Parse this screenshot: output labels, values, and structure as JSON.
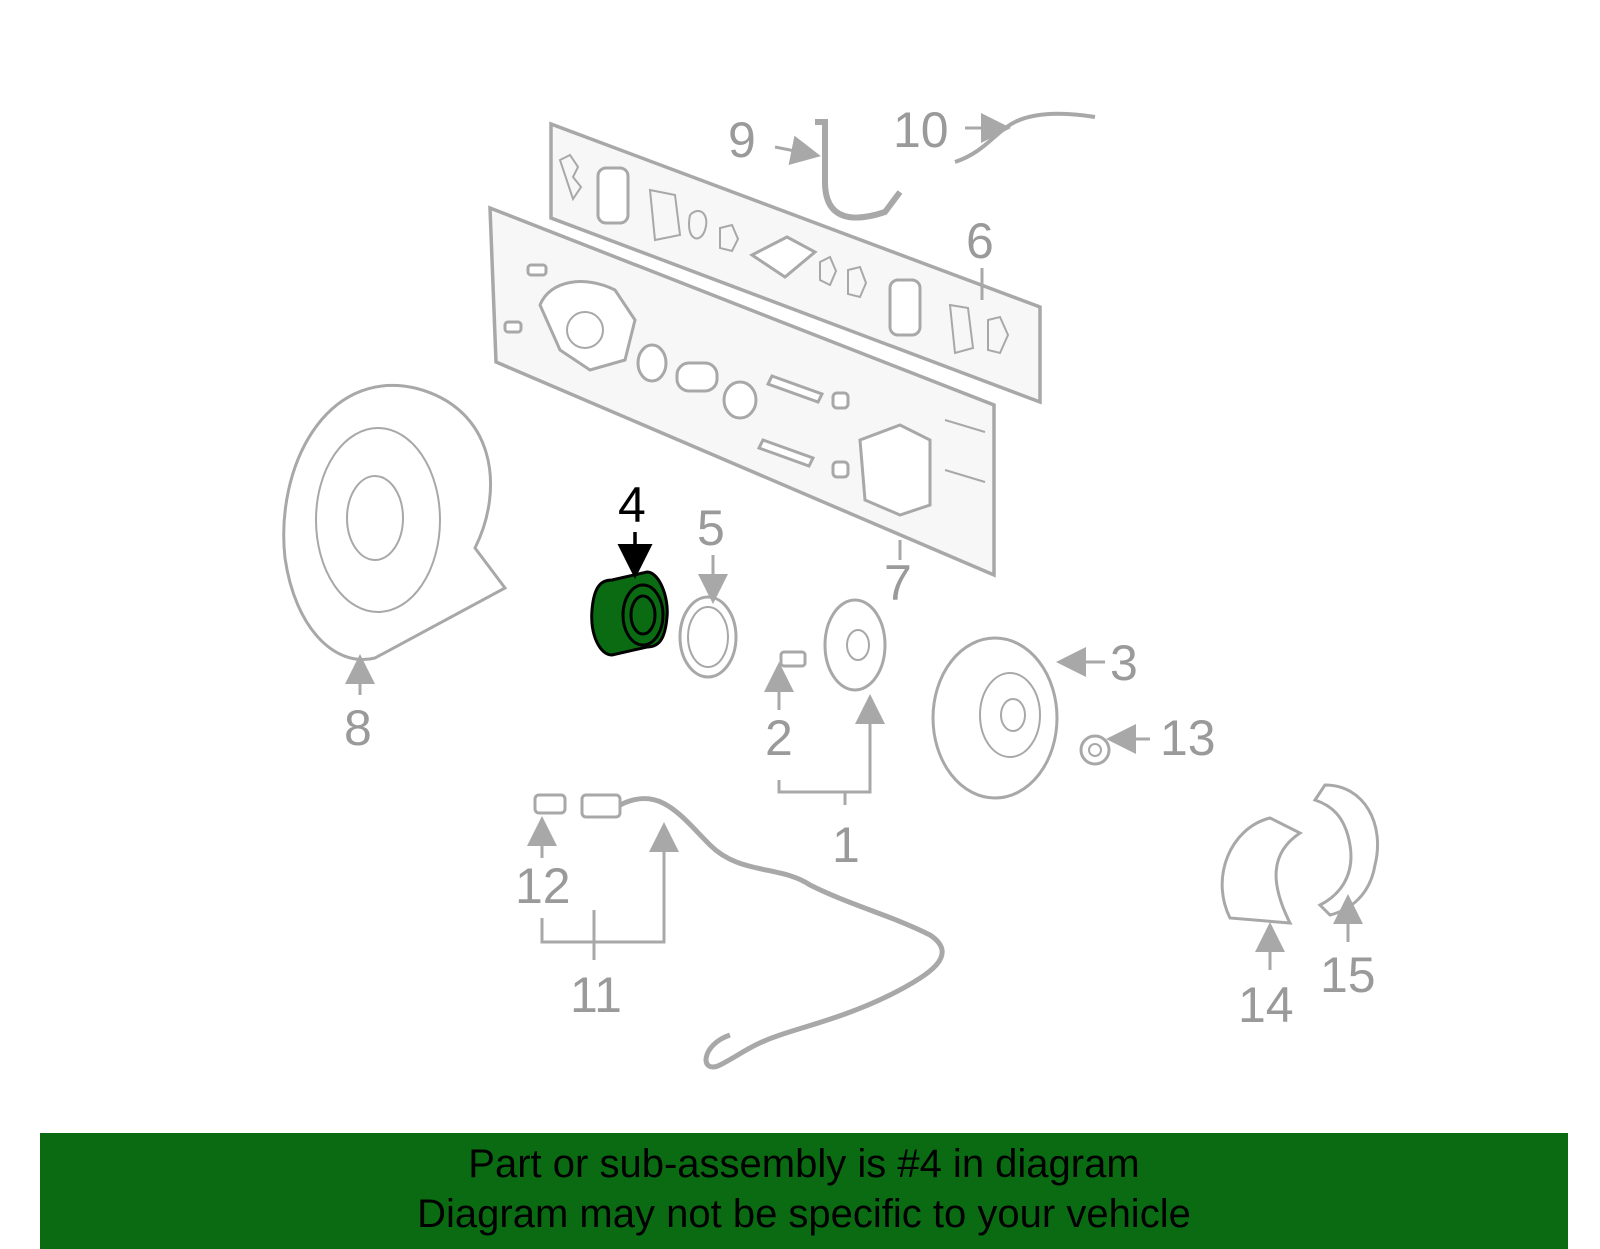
{
  "diagram": {
    "callouts": [
      "1",
      "2",
      "3",
      "4",
      "5",
      "6",
      "7",
      "8",
      "9",
      "10",
      "11",
      "12",
      "13",
      "14",
      "15"
    ],
    "highlighted_part": "4",
    "highlight_color": "#0b6b12",
    "line_color": "#a8a8a8"
  },
  "banner": {
    "line1": "Part or sub-assembly is #4 in diagram",
    "line2": "Diagram may not be specific to your vehicle",
    "background": "#0b6b12"
  }
}
